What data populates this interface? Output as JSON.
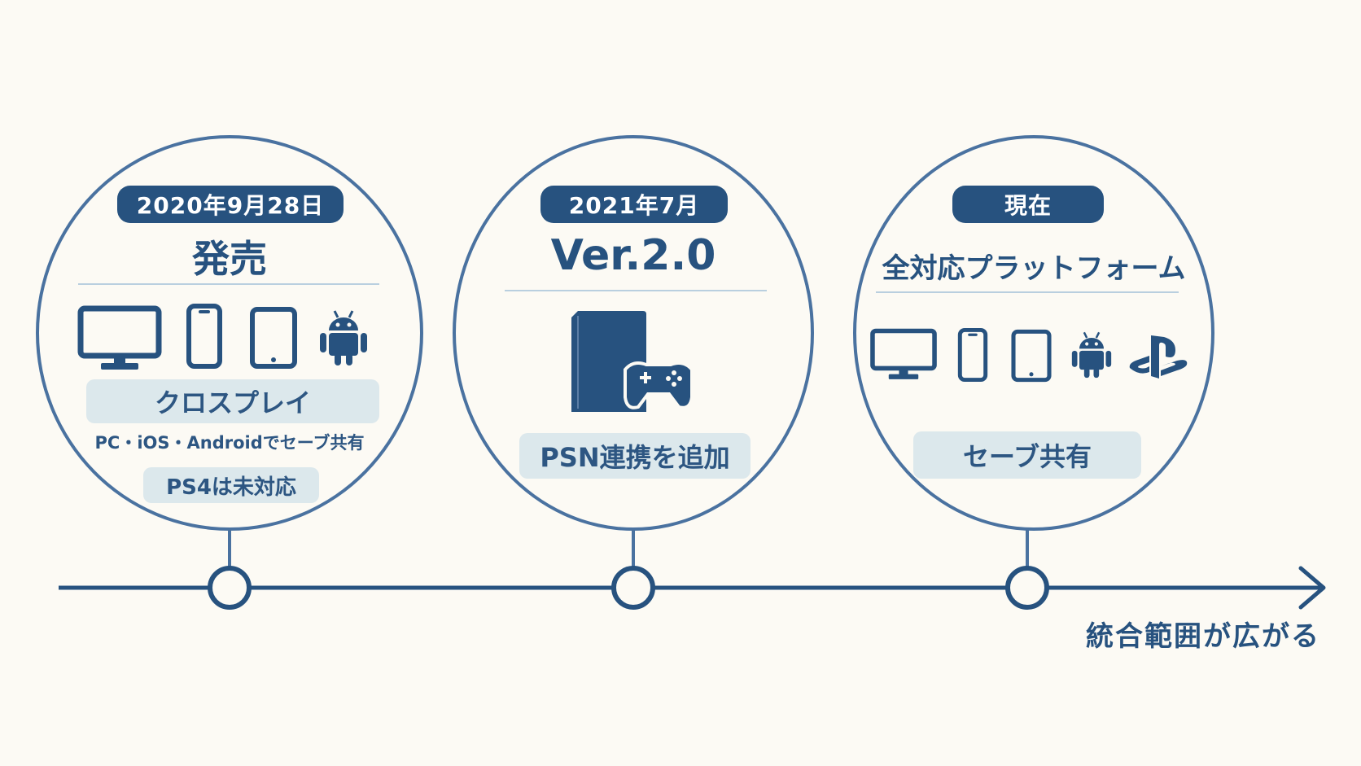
{
  "colors": {
    "primary": "#27527f",
    "outline": "#4a72a0",
    "tag_bg": "#dce8ec",
    "background": "#fcfaf4"
  },
  "milestones": [
    {
      "date": "2020年9月28日",
      "title": "発売",
      "platform_icons": [
        "monitor-icon",
        "smartphone-icon",
        "tablet-icon",
        "android-icon"
      ],
      "tag": "クロスプレイ",
      "note": "PC・iOS・Androidでセーブ共有",
      "sub_tag": "PS4は未対応"
    },
    {
      "date": "2021年7月",
      "title": "Ver.2.0",
      "platform_icons": [
        "playstation-console-icon"
      ],
      "tag": "PSN連携を追加"
    },
    {
      "date": "現在",
      "title": "全対応プラットフォーム",
      "platform_icons": [
        "monitor-icon",
        "smartphone-icon",
        "tablet-icon",
        "android-icon",
        "playstation-logo-icon"
      ],
      "tag": "セーブ共有"
    }
  ],
  "timeline": {
    "caption": "統合範囲が広がる"
  }
}
